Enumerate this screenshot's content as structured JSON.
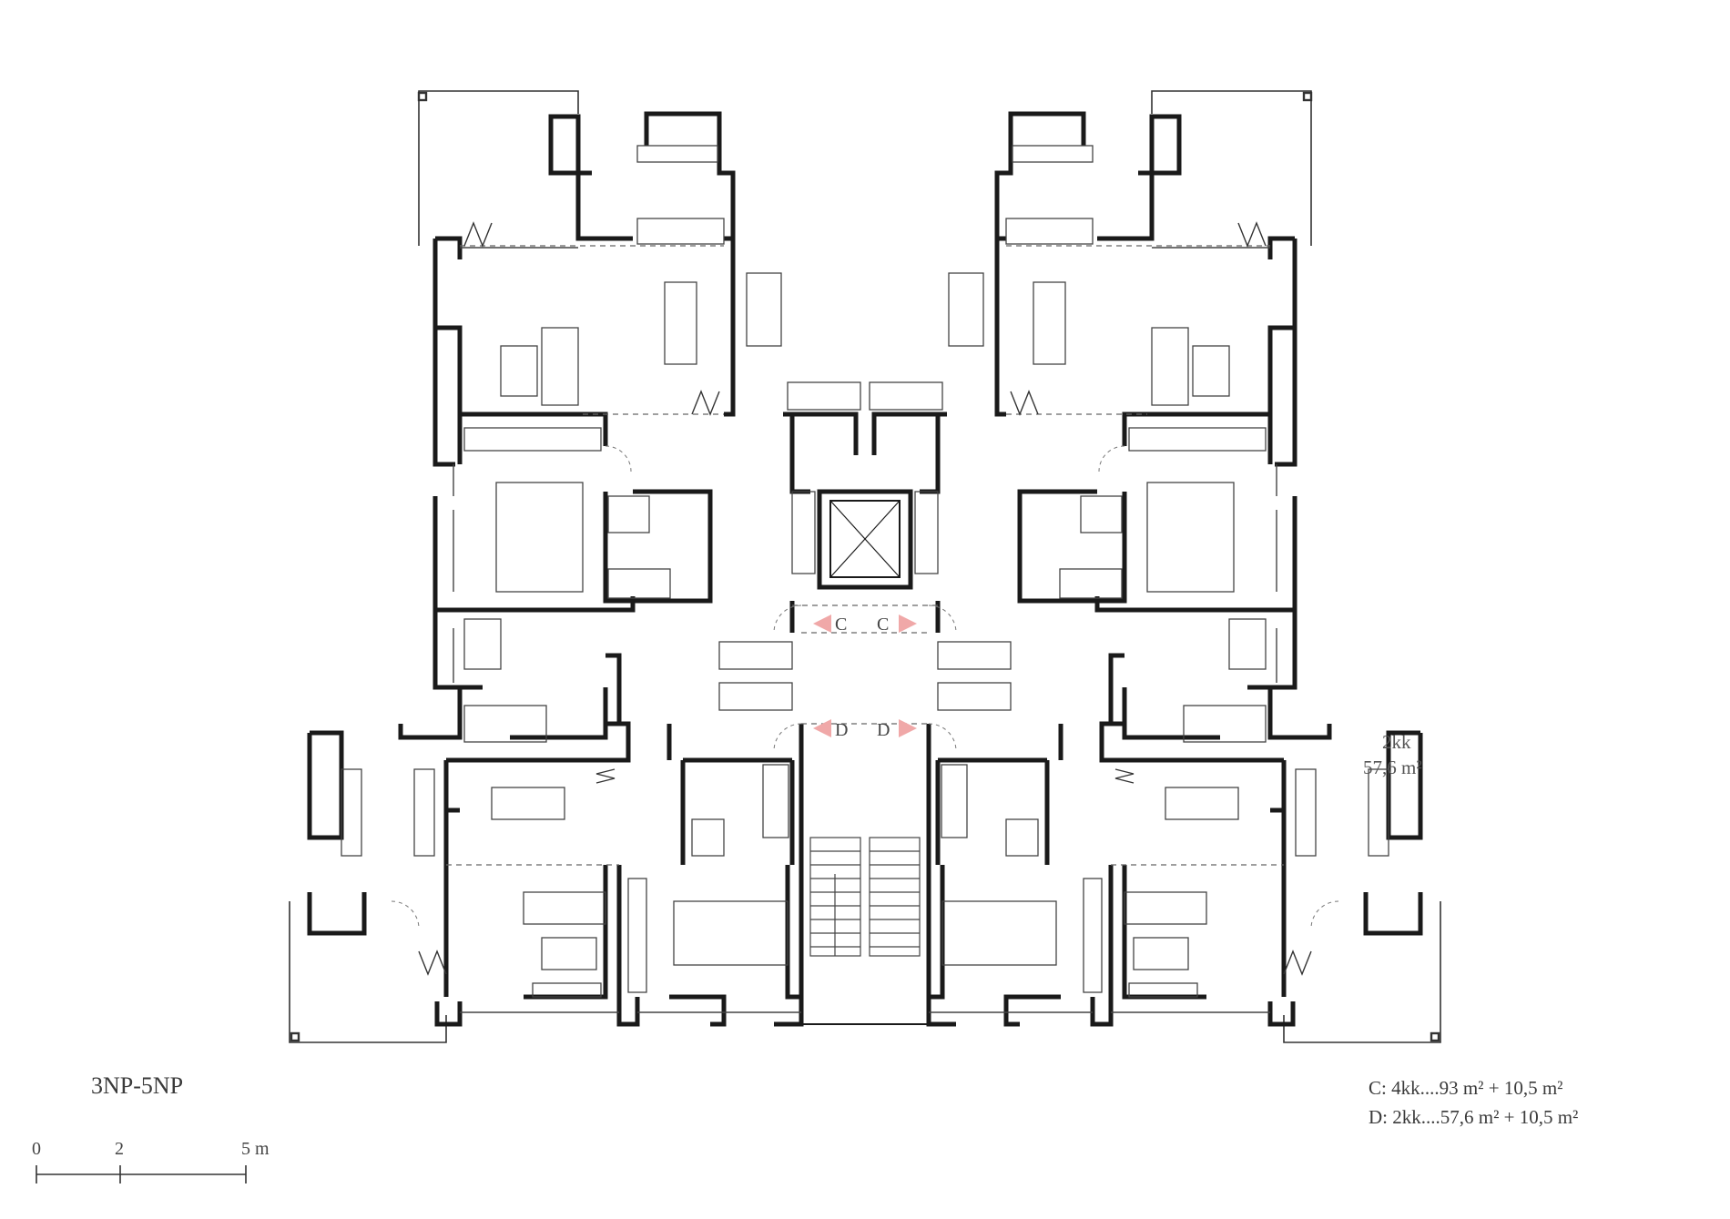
{
  "floor_label": "3NP-5NP",
  "legend": {
    "c": "C: 4kk....93 m² + 10,5 m²",
    "d": "D: 2kk....57,6 m² + 10,5 m²"
  },
  "unit_tag": {
    "type": "2kk",
    "area": "57,6 m²"
  },
  "markers": {
    "c_left": "C",
    "c_right": "C",
    "d_left": "D",
    "d_right": "D"
  },
  "scale": {
    "t0": "0",
    "t2": "2",
    "t5": "5 m"
  },
  "colors": {
    "wall": "#1a1a1a",
    "line": "#333333",
    "marker": "#f0a8a8"
  }
}
